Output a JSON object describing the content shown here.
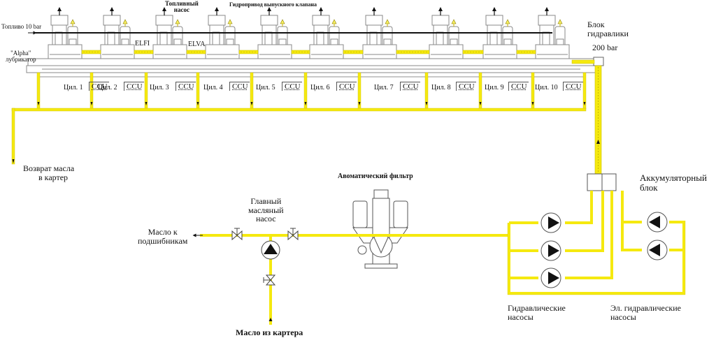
{
  "colors": {
    "oil_pipe": "#f5e90f",
    "pipe_edge": "#c8be00",
    "line": "#333333",
    "fuel_line": "#111111",
    "outline": "#888888",
    "background": "#ffffff"
  },
  "labels": {
    "fuel_10bar": "Топливо 10 bar",
    "fuel_pump": [
      "Топливный",
      "насос"
    ],
    "exhaust_valve_drive": "Гидропривод выпускного клапана",
    "hydraulic_block": [
      "Блок",
      "гидравлики"
    ],
    "pressure_200": "200 bar",
    "alpha_lubricator": [
      "\"Alpha\"",
      "лубрикатор"
    ],
    "elfi": "ELFI",
    "elva": "ELVA",
    "oil_return": [
      "Возврат масла",
      "в картер"
    ],
    "auto_filter": "Авоматический фильтр",
    "main_oil_pump": [
      "Главный",
      "масляный",
      "насос"
    ],
    "oil_to_bearings": [
      "Масло к",
      "подшибникам"
    ],
    "oil_from_sump": "Масло из картера",
    "accumulator_block": [
      "Аккумуляторный",
      "блок"
    ],
    "hydraulic_pumps": [
      "Гидравлические",
      "насосы"
    ],
    "electric_hydraulic_pumps": [
      "Эл. гидравлические",
      "насосы"
    ]
  },
  "cylinders": [
    {
      "label": "Цил. 1",
      "ccu": "CCU"
    },
    {
      "label": "Цил. 2",
      "ccu": "CCU"
    },
    {
      "label": "Цил. 3",
      "ccu": "CCU"
    },
    {
      "label": "Цил. 4",
      "ccu": "CCU"
    },
    {
      "label": "Цил. 5",
      "ccu": "CCU"
    },
    {
      "label": "Цил. 6",
      "ccu": "CCU"
    },
    {
      "label": "Цил. 7",
      "ccu": "CCU"
    },
    {
      "label": "Цил. 8",
      "ccu": "CCU"
    },
    {
      "label": "Цил. 9",
      "ccu": "CCU"
    },
    {
      "label": "Цил. 10",
      "ccu": "CCU"
    }
  ],
  "hydraulic_pump_count": 3,
  "electric_hydraulic_pump_count": 2
}
